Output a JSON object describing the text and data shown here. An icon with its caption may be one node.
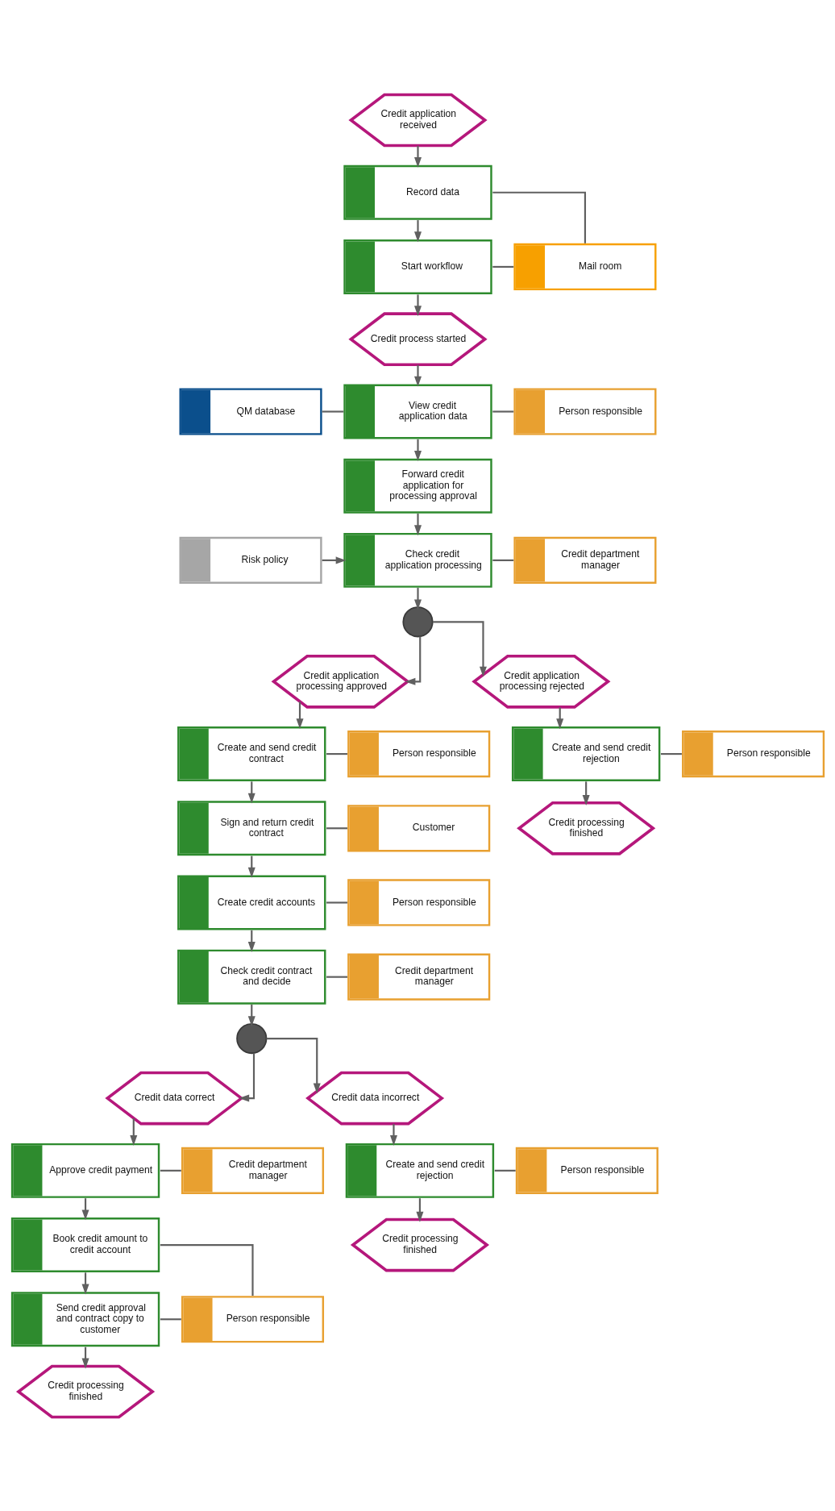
{
  "diagram": {
    "nodes": [
      {
        "text": [
          "Credit application received"
        ]
      },
      {
        "text": [
          "Record data"
        ]
      },
      {
        "text": [
          "Mail room"
        ]
      },
      {
        "text": [
          "Start workflow"
        ]
      },
      {
        "text": [
          "Credit process started"
        ]
      },
      {
        "text": [
          "QM database"
        ]
      },
      {
        "text": [
          "View credit application data"
        ]
      },
      {
        "text": [
          "Person responsible"
        ]
      },
      {
        "text": [
          "Forward credit application for processing approval"
        ]
      },
      {
        "text": [
          "Risk policy"
        ]
      },
      {
        "text": [
          "Check credit application processing"
        ]
      },
      {
        "text": [
          "Credit department manager"
        ]
      },
      {
        "text": [],
        "shape": "circle"
      },
      {
        "text": [
          "Credit application processing approved"
        ]
      },
      {
        "text": [
          "Credit application processing rejected"
        ]
      },
      {
        "text": [
          "Create and send credit contract"
        ]
      },
      {
        "text": [
          "Person responsible"
        ]
      },
      {
        "text": [
          "Create and send credit rejection"
        ]
      },
      {
        "text": [
          "Person responsible"
        ]
      },
      {
        "text": [
          "Sign and return credit contract"
        ]
      },
      {
        "text": [
          "Customer"
        ]
      },
      {
        "text": [
          "Credit processing finished"
        ]
      },
      {
        "text": [
          "Create credit accounts"
        ]
      },
      {
        "text": [
          "Person responsible"
        ]
      },
      {
        "text": [
          "Check credit contract and decide"
        ]
      },
      {
        "text": [
          "Credit department manager"
        ]
      },
      {
        "text": [],
        "shape": "circle"
      },
      {
        "text": [
          "Credit data correct"
        ]
      },
      {
        "text": [
          "Credit data incorrect"
        ]
      },
      {
        "text": [
          "Approve credit payment"
        ]
      },
      {
        "text": [
          "Credit department manager"
        ]
      },
      {
        "text": [
          "Create and send credit rejection"
        ]
      },
      {
        "text": [
          "Person responsible"
        ]
      },
      {
        "text": [
          "Book credit amount to credit account"
        ]
      },
      {
        "text": [
          "Credit processing finished"
        ]
      },
      {
        "text": [
          "Person responsible"
        ]
      },
      {
        "text": [
          "Send credit approval and contract copy to customer"
        ]
      },
      {
        "text": [
          "Credit processing finished"
        ]
      }
    ],
    "edges": [
      {
        "from": 0,
        "to": 1,
        "arrow": "to"
      },
      {
        "from": 1,
        "to": 3,
        "arrow": "to"
      },
      {
        "from": 1,
        "to": 2,
        "arrow": "none"
      },
      {
        "from": 3,
        "to": 2,
        "arrow": "none"
      },
      {
        "from": 3,
        "to": 4,
        "arrow": "to"
      },
      {
        "from": 4,
        "to": 6,
        "arrow": "to"
      },
      {
        "from": 5,
        "to": 6,
        "arrow": "none"
      },
      {
        "from": 6,
        "to": 7,
        "arrow": "none"
      },
      {
        "from": 6,
        "to": 8,
        "arrow": "to"
      },
      {
        "from": 8,
        "to": 10,
        "arrow": "to"
      },
      {
        "from": 9,
        "to": 10,
        "arrow": "to"
      },
      {
        "from": 10,
        "to": 11,
        "arrow": "none"
      },
      {
        "from": 10,
        "to": 12,
        "arrow": "to"
      },
      {
        "from": 12,
        "to": 13,
        "arrow": "to"
      },
      {
        "from": 12,
        "to": 14,
        "arrow": "to"
      },
      {
        "from": 13,
        "to": 15,
        "arrow": "to"
      },
      {
        "from": 15,
        "to": 16,
        "arrow": "none"
      },
      {
        "from": 14,
        "to": 17,
        "arrow": "to"
      },
      {
        "from": 17,
        "to": 18,
        "arrow": "none"
      },
      {
        "from": 15,
        "to": 19,
        "arrow": "to"
      },
      {
        "from": 19,
        "to": 20,
        "arrow": "none"
      },
      {
        "from": 17,
        "to": 21,
        "arrow": "to"
      },
      {
        "from": 19,
        "to": 22,
        "arrow": "to"
      },
      {
        "from": 22,
        "to": 23,
        "arrow": "none"
      },
      {
        "from": 22,
        "to": 24,
        "arrow": "to"
      },
      {
        "from": 24,
        "to": 25,
        "arrow": "none"
      },
      {
        "from": 24,
        "to": 26,
        "arrow": "to"
      },
      {
        "from": 26,
        "to": 27,
        "arrow": "to"
      },
      {
        "from": 26,
        "to": 28,
        "arrow": "to"
      },
      {
        "from": 27,
        "to": 29,
        "arrow": "to"
      },
      {
        "from": 29,
        "to": 30,
        "arrow": "none"
      },
      {
        "from": 28,
        "to": 31,
        "arrow": "to"
      },
      {
        "from": 31,
        "to": 32,
        "arrow": "none"
      },
      {
        "from": 29,
        "to": 33,
        "arrow": "to"
      },
      {
        "from": 31,
        "to": 34,
        "arrow": "to"
      },
      {
        "from": 33,
        "to": 35,
        "arrow": "none"
      },
      {
        "from": 33,
        "to": 36,
        "arrow": "to"
      },
      {
        "from": 36,
        "to": 35,
        "arrow": "none"
      },
      {
        "from": 36,
        "to": 37,
        "arrow": "to"
      }
    ]
  }
}
